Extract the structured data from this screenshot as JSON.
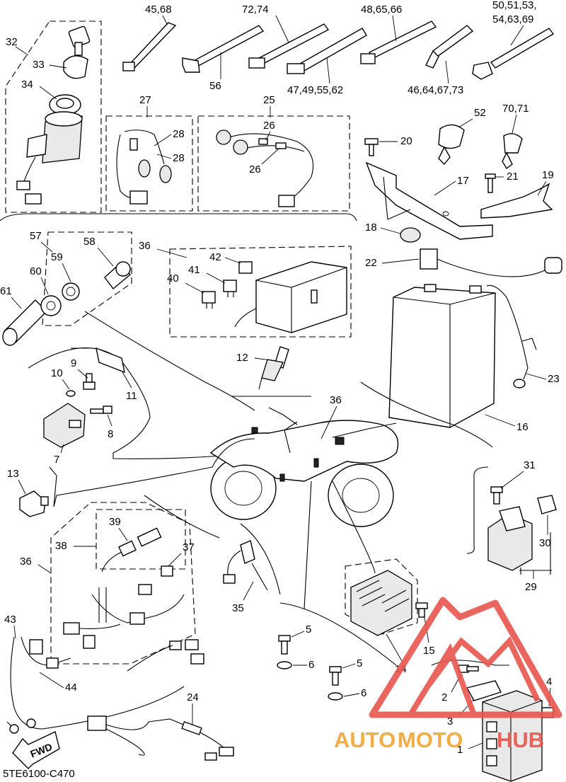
{
  "diagram": {
    "code": "5TE6100-C470",
    "fwd_label": "FWD",
    "watermark": {
      "auto": "AUTO",
      "moto": "MOTO",
      "hub": "HUB",
      "colors": {
        "triangle": "#e8554d",
        "auto": "#f2a533",
        "hub": "#e8554d"
      }
    },
    "callouts": {
      "c45_68": "45,68",
      "c72_74": "72,74",
      "c48_65_66": "48,65,66",
      "c50_line1": "50,51,53,",
      "c50_line2": "54,63,69",
      "c56": "56",
      "c47": "47,49,55,62",
      "c46": "46,64,67,73",
      "c32": "32",
      "c33": "33",
      "c34": "34",
      "c27": "27",
      "c28a": "28",
      "c28b": "28",
      "c25": "25",
      "c26a": "26",
      "c26b": "26",
      "c52": "52",
      "c70_71": "70,71",
      "c20": "20",
      "c21": "21",
      "c17": "17",
      "c19": "19",
      "c18": "18",
      "c22": "22",
      "c57": "57",
      "c58": "58",
      "c59": "59",
      "c60": "60",
      "c61": "61",
      "c36a": "36",
      "c42": "42",
      "c41": "41",
      "c40": "40",
      "c9": "9",
      "c10": "10",
      "c11": "11",
      "c8": "8",
      "c7": "7",
      "c12": "12",
      "c36b": "36",
      "c16": "16",
      "c23": "23",
      "c13": "13",
      "c31": "31",
      "c30": "30",
      "c29": "29",
      "c39": "39",
      "c38": "38",
      "c37": "37",
      "c36c": "36",
      "c35": "35",
      "c5a": "5",
      "c6a": "6",
      "c5b": "5",
      "c6b": "6",
      "c15": "15",
      "c14": "14",
      "c43": "43",
      "c44": "44",
      "c24": "24",
      "c4": "4",
      "c2": "2",
      "c3": "3",
      "c1": "1"
    }
  }
}
